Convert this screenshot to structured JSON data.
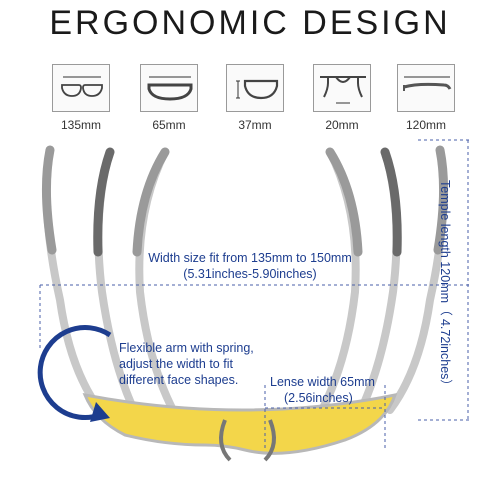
{
  "title": "ERGONOMIC DESIGN",
  "icons": [
    {
      "name": "front-width-icon",
      "label": "135mm"
    },
    {
      "name": "lens-width-icon",
      "label": "65mm"
    },
    {
      "name": "lens-height-icon",
      "label": "37mm"
    },
    {
      "name": "bridge-icon",
      "label": "20mm"
    },
    {
      "name": "temple-icon",
      "label": "120mm"
    }
  ],
  "annotations": {
    "width_fit_line1": "Width size fit from 135mm to 150mm",
    "width_fit_line2": "(5.31inches-5.90inches)",
    "flex_line1": "Flexible arm with spring,",
    "flex_line2": "adjust the width to fit",
    "flex_line3": "different face shapes.",
    "lens_line1": "Lense width 65mm",
    "lens_line2": "(2.56inches)",
    "temple_length": "Temple length 120mm（ 4.72inches）"
  },
  "colors": {
    "annotation": "#1d3d8f",
    "lens": "#f3d64a",
    "frame": "#bdbdbd",
    "temple_tip": "#8a8a8a"
  }
}
